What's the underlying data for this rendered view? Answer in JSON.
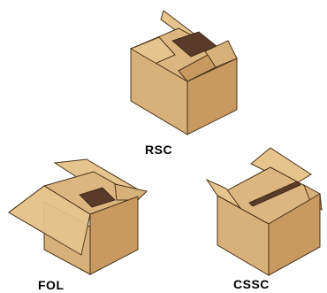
{
  "boxes": [
    {
      "id": "rsc",
      "label": "RSC"
    },
    {
      "id": "fol",
      "label": "FOL"
    },
    {
      "id": "cssc",
      "label": "CSSC"
    }
  ],
  "colors": {
    "front": "#d8b07a",
    "side": "#c89a62",
    "top": "#e6c48e",
    "flap_inner": "#dcb680",
    "flap_dark": "#b8854e",
    "tape": "#5a3a28",
    "outline": "#4a3418"
  }
}
